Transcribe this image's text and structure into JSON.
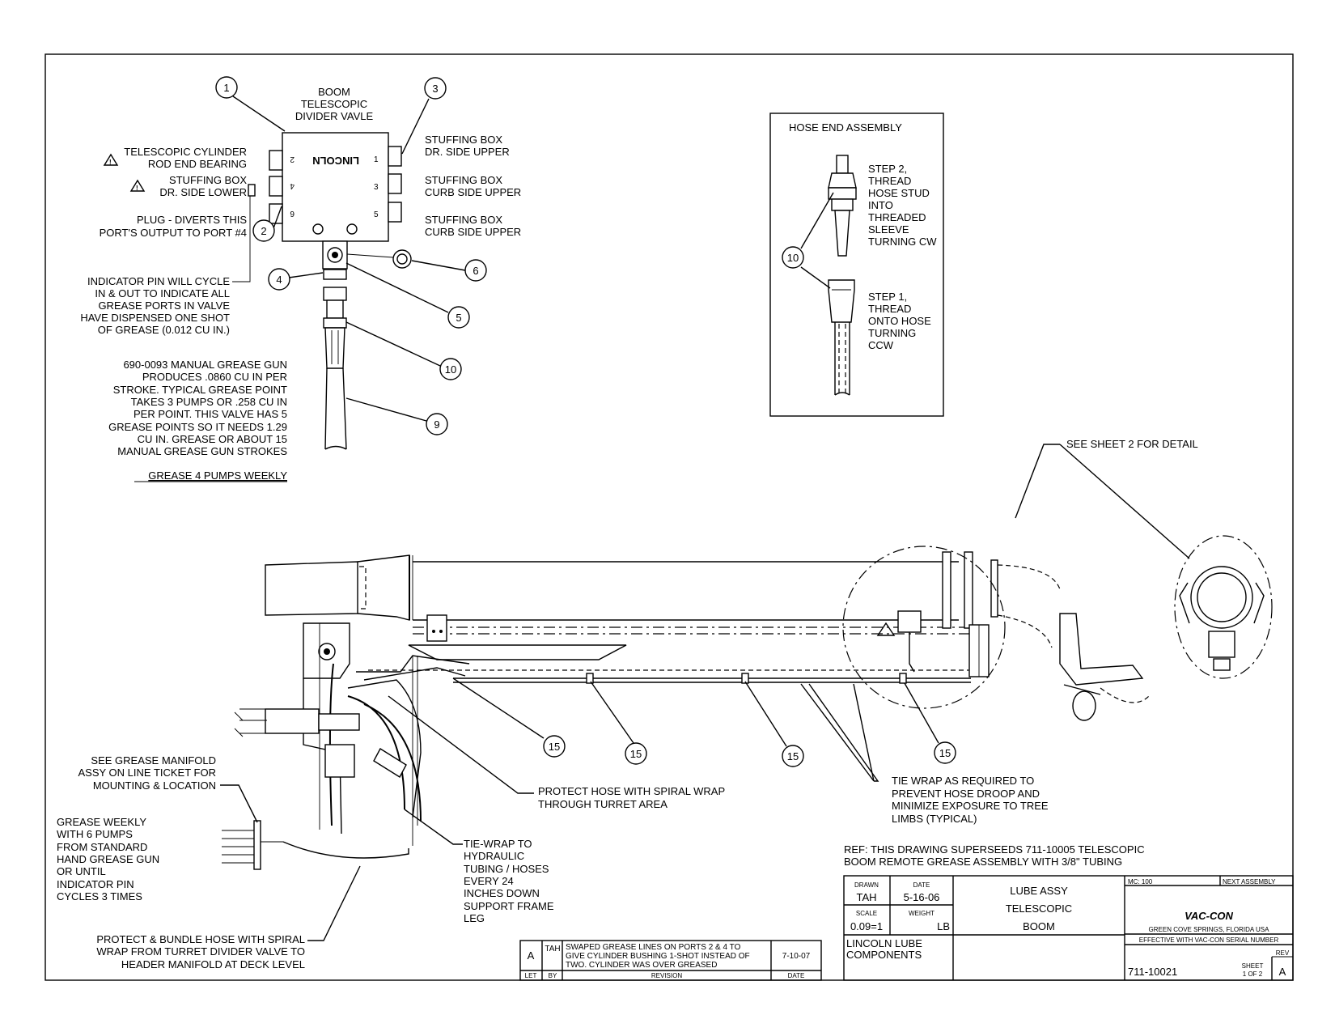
{
  "valve": {
    "title": [
      "BOOM",
      "TELESCOPIC",
      "DIVIDER VAVLE"
    ],
    "brand": "LINCOLN",
    "ports_left": [
      "2",
      "4",
      "6"
    ],
    "ports_right": [
      "1",
      "3",
      "5"
    ]
  },
  "labels": {
    "rod_end": [
      "TELESCOPIC CYLINDER",
      "ROD END BEARING"
    ],
    "stuffing_lower": [
      "STUFFING BOX",
      "DR. SIDE LOWER"
    ],
    "plug": [
      "PLUG - DIVERTS THIS",
      "PORT'S OUTPUT TO PORT #4"
    ],
    "stuffing_dr_upper": [
      "STUFFING BOX",
      "DR. SIDE UPPER"
    ],
    "stuffing_curb_upper_1": [
      "STUFFING BOX",
      "CURB SIDE UPPER"
    ],
    "stuffing_curb_upper_2": [
      "STUFFING BOX",
      "CURB SIDE UPPER"
    ],
    "indicator": [
      "INDICATOR PIN WILL CYCLE",
      "IN & OUT TO INDICATE ALL",
      "GREASE PORTS IN VALVE",
      "HAVE DISPENSED ONE SHOT",
      "OF GREASE (0.012 CU IN.)"
    ],
    "grease_gun": [
      "690-0093 MANUAL GREASE GUN",
      "PRODUCES .0860 CU IN PER",
      "STROKE.  TYPICAL GREASE POINT",
      "TAKES 3 PUMPS OR .258 CU IN",
      "PER POINT.  THIS VALVE HAS 5",
      "GREASE POINTS SO IT NEEDS 1.29",
      "CU IN. GREASE OR ABOUT 15",
      "MANUAL GREASE GUN STROKES"
    ],
    "grease_weekly": "GREASE 4 PUMPS WEEKLY",
    "see_sheet_2": "SEE SHEET 2 FOR DETAIL",
    "manifold": [
      "SEE GREASE MANIFOLD",
      "ASSY ON LINE TICKET FOR",
      "MOUNTING & LOCATION"
    ],
    "grease_6": [
      "GREASE WEEKLY",
      "WITH 6 PUMPS",
      "FROM STANDARD",
      "HAND GREASE GUN",
      "OR UNTIL",
      "INDICATOR PIN",
      "CYCLES 3 TIMES"
    ],
    "protect_bundle": [
      "PROTECT & BUNDLE HOSE WITH SPIRAL",
      "WRAP FROM TURRET DIVIDER VALVE TO",
      "HEADER MANIFOLD AT DECK LEVEL"
    ],
    "protect_spiral": [
      "PROTECT HOSE WITH SPIRAL WRAP",
      "THROUGH TURRET AREA"
    ],
    "tie_wrap_tubing": [
      "TIE-WRAP TO",
      "HYDRAULIC",
      "TUBING / HOSES",
      "EVERY 24",
      "INCHES DOWN",
      "SUPPORT FRAME",
      "LEG"
    ],
    "tie_wrap_req": [
      "TIE WRAP AS REQUIRED TO",
      "PREVENT HOSE DROOP AND",
      "MINIMIZE EXPOSURE TO TREE",
      "LIMBS (TYPICAL)"
    ],
    "ref": [
      "REF: THIS DRAWING SUPERSEEDS 711-10005 TELESCOPIC",
      "BOOM REMOTE GREASE ASSEMBLY WITH 3/8\" TUBING"
    ]
  },
  "hose_end": {
    "title": "HOSE END ASSEMBLY",
    "step2": [
      "STEP 2,",
      "THREAD",
      "HOSE STUD",
      "INTO",
      "THREADED",
      "SLEEVE",
      "TURNING CW"
    ],
    "step1": [
      "STEP 1,",
      "THREAD",
      "ONTO HOSE",
      "TURNING",
      "CCW"
    ]
  },
  "callouts": {
    "c1": "1",
    "c2": "2",
    "c3": "3",
    "c4": "4",
    "c5": "5",
    "c6": "6",
    "c9": "9",
    "c10a": "10",
    "c10b": "10",
    "c15a": "15",
    "c15b": "15",
    "c15c": "15",
    "c15d": "15"
  },
  "revision": {
    "let": "A",
    "by": "TAH",
    "text": [
      "SWAPED GREASE LINES ON PORTS 2 & 4 TO",
      "GIVE CYLINDER BUSHING 1-SHOT INSTEAD OF",
      "TWO.  CYLINDER WAS OVER GREASED"
    ],
    "date": "7-10-07",
    "h_let": "LET",
    "h_by": "BY",
    "h_rev": "REVISION",
    "h_date": "DATE"
  },
  "titleblock": {
    "drawn_h": "DRAWN",
    "drawn": "TAH",
    "date_h": "DATE",
    "date": "5-16-06",
    "scale_h": "SCALE",
    "scale": "0.09=1",
    "weight_h": "WEIGHT",
    "weight": "LB",
    "title": [
      "LUBE ASSY",
      "TELESCOPIC",
      "BOOM"
    ],
    "component": [
      "LINCOLN LUBE",
      "COMPONENTS"
    ],
    "mc": "MC: 100",
    "next_assy": "NEXT ASSEMBLY",
    "company": "VAC-CON",
    "location": "GREEN COVE SPRINGS, FLORIDA USA",
    "effective": "EFFECTIVE WITH VAC-CON SERIAL NUMBER",
    "drawing_no": "711-10021",
    "sheet_h": "SHEET",
    "sheet": "1 OF 2",
    "rev_h": "REV",
    "rev": "A"
  }
}
